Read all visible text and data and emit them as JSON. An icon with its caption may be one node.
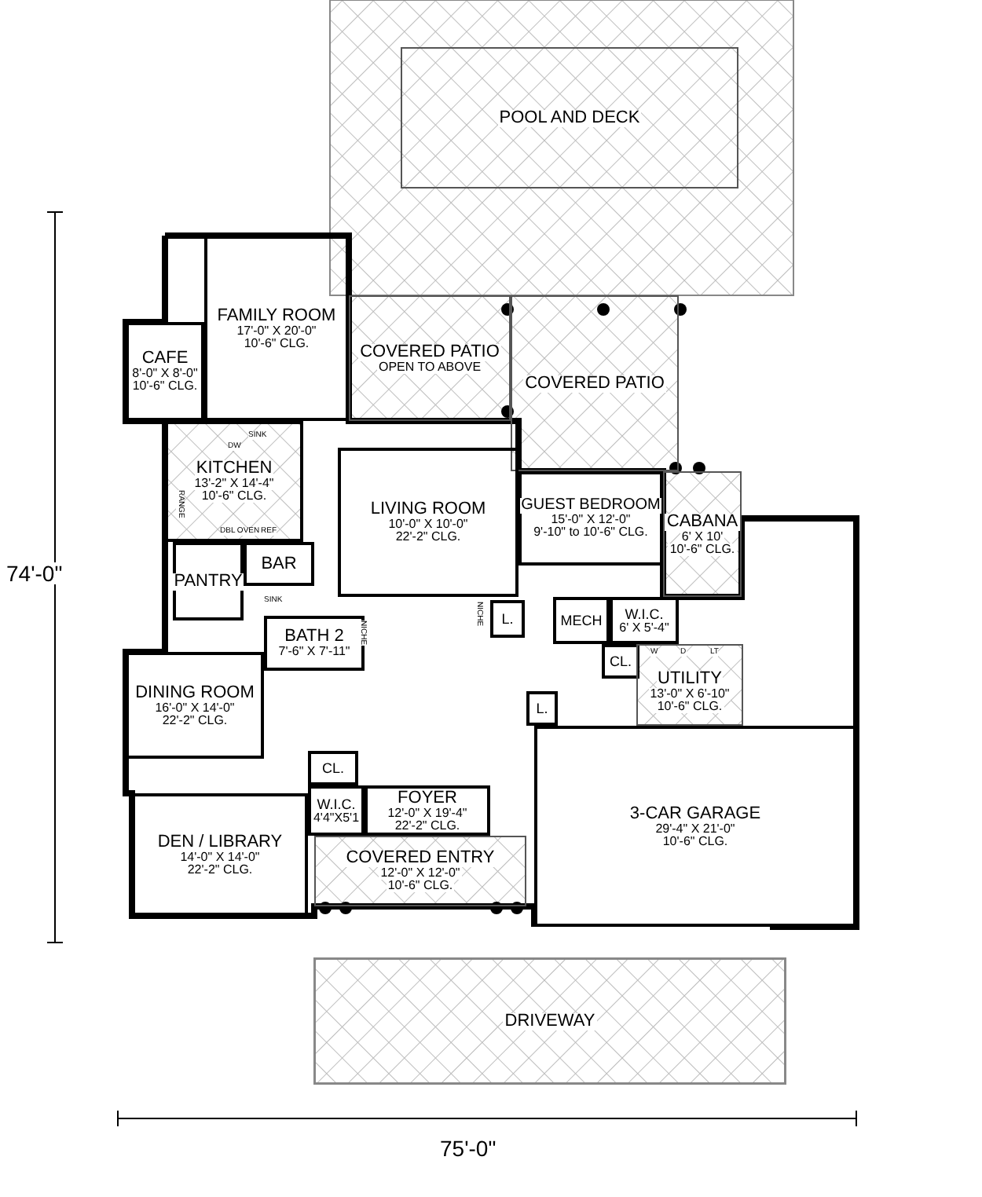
{
  "diagram": {
    "nodes": [
      {
        "text": [
          "POOL AND DECK"
        ]
      },
      {
        "text": [
          "FAMILY ROOM",
          "17'-0\" X 20'-0\"",
          "10'-6\" CLG."
        ]
      },
      {
        "text": [
          "CAFE",
          "8'-0\" X 8'-0\"",
          "10'-6\" CLG."
        ]
      },
      {
        "text": [
          "COVERED PATIO",
          "OPEN TO ABOVE"
        ]
      },
      {
        "text": [
          "COVERED PATIO"
        ]
      },
      {
        "text": [
          "KITCHEN",
          "13'-2\" X 14'-4\"",
          "10'-6\" CLG."
        ]
      },
      {
        "text": [
          "LIVING ROOM",
          "10'-0\" X 10'-0\"",
          "22'-2\" CLG."
        ]
      },
      {
        "text": [
          "GUEST BEDROOM",
          "15'-0\" X 12'-0\"",
          "9'-10\" to 10'-6\" CLG."
        ]
      },
      {
        "text": [
          "CABANA",
          "6' X 10'",
          "10'-6\" CLG."
        ]
      },
      {
        "text": [
          "PANTRY"
        ]
      },
      {
        "text": [
          "BAR"
        ]
      },
      {
        "text": [
          "BATH 2",
          "7'-6\" X 7'-11\""
        ]
      },
      {
        "text": [
          "L."
        ]
      },
      {
        "text": [
          "MECH"
        ]
      },
      {
        "text": [
          "W.I.C.",
          "6' X 5'-4\""
        ]
      },
      {
        "text": [
          "CL."
        ]
      },
      {
        "text": [
          "UTILITY",
          "13'-0\" X 6'-10\"",
          "10'-6\" CLG."
        ]
      },
      {
        "text": [
          "L."
        ]
      },
      {
        "text": [
          "DINING ROOM",
          "16'-0\" X 14'-0\"",
          "22'-2\" CLG."
        ]
      },
      {
        "text": [
          "CL."
        ]
      },
      {
        "text": [
          "W.I.C.",
          "4'4\"X5'1"
        ]
      },
      {
        "text": [
          "FOYER",
          "12'-0\" X 19'-4\"",
          "22'-2\" CLG."
        ]
      },
      {
        "text": [
          "DEN / LIBRARY",
          "14'-0\" X 14'-0\"",
          "22'-2\" CLG."
        ]
      },
      {
        "text": [
          "COVERED ENTRY",
          "12'-0\" X 12'-0\"",
          "10'-6\" CLG."
        ]
      },
      {
        "text": [
          "3-CAR GARAGE",
          "29'-4\" X 21'-0\"",
          "10'-6\" CLG."
        ]
      },
      {
        "text": [
          "DRIVEWAY"
        ]
      }
    ],
    "labels": [
      "74'-0\"",
      "75'-0\"",
      "DW",
      "SINK",
      "RANGE",
      "DBL OVEN",
      "REF",
      "SINK",
      "NICHE",
      "NICHE",
      "W",
      "D",
      "LT"
    ]
  }
}
